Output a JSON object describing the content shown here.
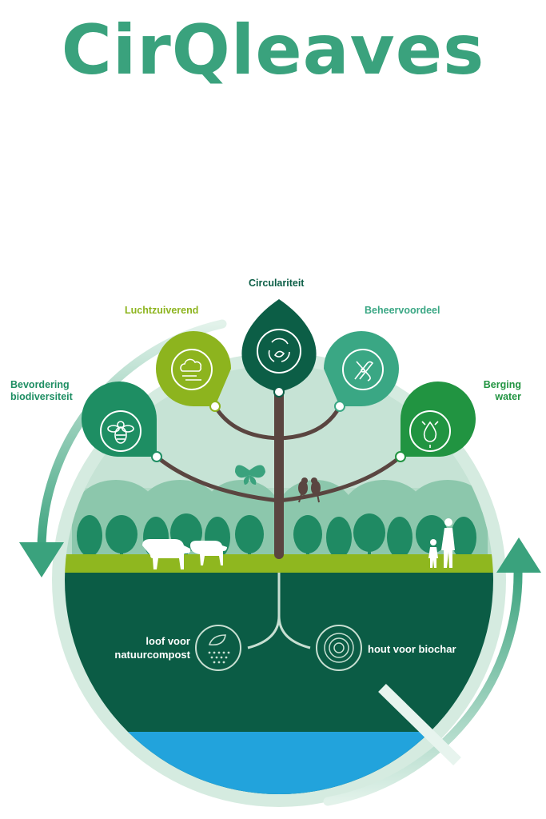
{
  "title": "CirQleaves",
  "leaves": {
    "biodiversity": {
      "label_line1": "Bevordering",
      "label_line2": "biodiversiteit",
      "icon": "bee-icon",
      "color": "#1e8e63"
    },
    "air": {
      "label": "Luchtzuiverend",
      "icon": "cloud-wind-icon",
      "color": "#8db41e"
    },
    "circularity": {
      "label": "Circulariteit",
      "icon": "recycle-leaf-icon",
      "color": "#0c5e46"
    },
    "management": {
      "label": "Beheervoordeel",
      "icon": "pruning-shears-icon",
      "color": "#3aa784"
    },
    "water": {
      "label_line1": "Berging",
      "label_line2": "water",
      "icon": "water-drop-icon",
      "color": "#219441"
    }
  },
  "roots": {
    "compost": {
      "label_line1": "loof voor",
      "label_line2": "natuurcompost",
      "icon": "leaf-compost-icon"
    },
    "biochar": {
      "label": "hout voor biochar",
      "icon": "wood-rings-icon"
    }
  },
  "colors": {
    "title": "#3aa27d",
    "soil": "#0b5c45",
    "grass": "#8fb71f",
    "sky": "#b6dcc9",
    "water": "#22a3dc",
    "trunk": "#5a4540",
    "ring": "#d5ebe0"
  }
}
